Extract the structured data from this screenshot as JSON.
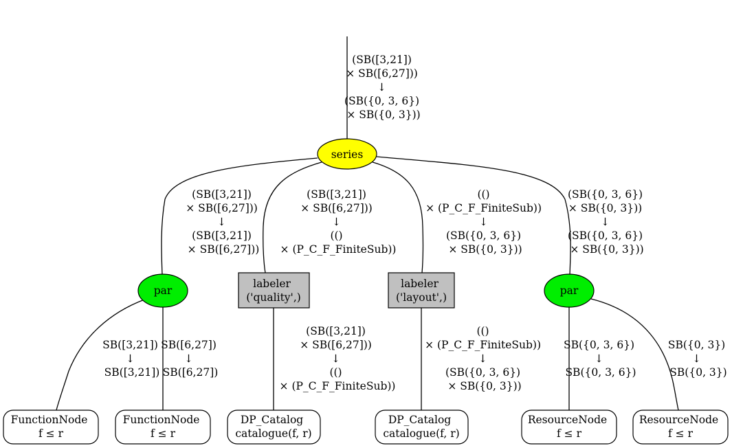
{
  "colors": {
    "series": "#ffff00",
    "par": "#00ee00",
    "labeler": "#c0c0c0",
    "leaf": "#ffffff",
    "line": "#000000"
  },
  "nodes": {
    "series": {
      "label": "series"
    },
    "par_left": {
      "label": "par"
    },
    "par_right": {
      "label": "par"
    },
    "labeler_quality": {
      "lines": [
        "labeler",
        "('quality',)"
      ]
    },
    "labeler_layout": {
      "lines": [
        "labeler",
        "('layout',)"
      ]
    },
    "function_node_1": {
      "lines": [
        "FunctionNode",
        "f ≤ r"
      ]
    },
    "function_node_2": {
      "lines": [
        "FunctionNode",
        "f ≤ r"
      ]
    },
    "dp_catalog_1": {
      "lines": [
        "DP_Catalog",
        "catalogue(f, r)"
      ]
    },
    "dp_catalog_2": {
      "lines": [
        "DP_Catalog",
        "catalogue(f, r)"
      ]
    },
    "resource_node_1": {
      "lines": [
        "ResourceNode",
        "f ≤ r"
      ]
    },
    "resource_node_2": {
      "lines": [
        "ResourceNode",
        "f ≤ r"
      ]
    }
  },
  "edge_labels": {
    "top": [
      "(SB([3,21])",
      "× SB([6,27]))",
      "↓",
      "(SB({0, 3, 6})",
      "× SB({0, 3}))"
    ],
    "series_par_left": [
      "(SB([3,21])",
      "× SB([6,27]))",
      "↓",
      "(SB([3,21])",
      "× SB([6,27]))"
    ],
    "series_labeler_quality": [
      "(SB([3,21])",
      "× SB([6,27]))",
      "↓",
      "(()",
      "× (P_C_F_FiniteSub))"
    ],
    "series_labeler_layout": [
      "(()",
      "× (P_C_F_FiniteSub))",
      "↓",
      "(SB({0, 3, 6})",
      "× SB({0, 3}))"
    ],
    "series_par_right": [
      "(SB({0, 3, 6})",
      "× SB({0, 3}))",
      "↓",
      "(SB({0, 3, 6})",
      "× SB({0, 3}))"
    ],
    "par_left_fn1": [
      "SB([3,21])",
      "↓",
      "SB([3,21])"
    ],
    "par_left_fn2": [
      "SB([6,27])",
      "↓",
      "SB([6,27])"
    ],
    "quality_catalog": [
      "(SB([3,21])",
      "× SB([6,27]))",
      "↓",
      "(()",
      "× (P_C_F_FiniteSub))"
    ],
    "layout_catalog": [
      "(()",
      "× (P_C_F_FiniteSub))",
      "↓",
      "(SB({0, 3, 6})",
      "× SB({0, 3}))"
    ],
    "par_right_res1": [
      "SB({0, 3, 6})",
      "↓",
      "SB({0, 3, 6})"
    ],
    "par_right_res2": [
      "SB({0, 3})",
      "↓",
      "SB({0, 3})"
    ]
  }
}
